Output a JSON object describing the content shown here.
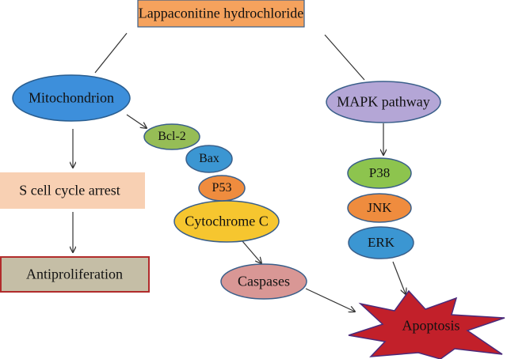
{
  "nodes": {
    "lappaconitine": "Lappaconitine hydrochloride",
    "mitochondrion": "Mitochondrion",
    "mapk": "MAPK pathway",
    "bcl2": "Bcl-2",
    "bax": "Bax",
    "p53": "P53",
    "cytochrome_c": "Cytochrome C",
    "caspases": "Caspases",
    "s_cell_cycle_arrest": "S cell cycle arrest",
    "antiproliferation": "Antiproliferation",
    "p38": "P38",
    "jnk": "JNK",
    "erk": "ERK",
    "apoptosis": "Apoptosis"
  },
  "colors": {
    "lappaconitine_fill": "#f5a25d",
    "mitochondrion_fill": "#3d8fdb",
    "mapk_fill": "#b4a6d6",
    "bcl2_fill": "#96bd56",
    "bax_fill": "#3b96d2",
    "p53_fill": "#ef8c3e",
    "cytochrome_fill": "#f6c62f",
    "caspases_fill": "#d99795",
    "s_cell_fill": "#f8d0b3",
    "antiproliferation_fill": "#c5bea6",
    "antiproliferation_border": "#b12b2b",
    "p38_fill": "#8dc44e",
    "jnk_fill": "#ef8c3e",
    "erk_fill": "#3b96d2",
    "apoptosis_fill": "#c2202a",
    "node_stroke": "#3a5f8a",
    "arrow_color": "#333333"
  }
}
